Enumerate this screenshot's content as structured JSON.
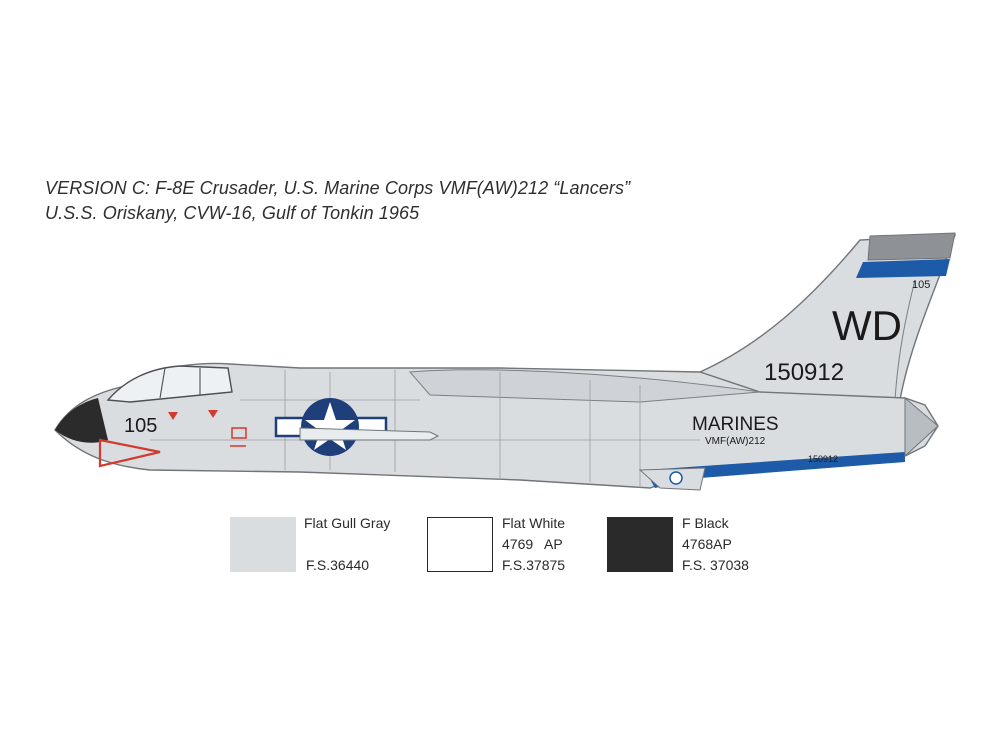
{
  "caption": {
    "line1": "VERSION C: F-8E Crusader, U.S. Marine Corps VMF(AW)212 “Lancers”",
    "line2": "U.S.S. Oriskany, CVW-16, Gulf of Tonkin 1965"
  },
  "aircraft": {
    "tail_code": "WD",
    "serial": "150912",
    "modex": "105",
    "fin_modex": "105",
    "service": "MARINES",
    "squadron": "VMF(AW)212",
    "small_serial": "150912"
  },
  "colors": {
    "gull_gray": "#d9dde0",
    "blue_stripe": "#1d5aa8",
    "insignia_blue": "#1e3f7a",
    "radome": "#2b2b2b",
    "red_marking": "#d23a2f",
    "fin_gray": "#8e9297"
  },
  "swatches": [
    {
      "name": "Flat Gull Gray",
      "code1": "",
      "code2": "F.S.36440",
      "color": "#d9dde0",
      "border": "#d9dde0"
    },
    {
      "name": "Flat White",
      "code1": "4769   AP",
      "code2": "F.S.37875",
      "color": "#ffffff",
      "border": "#2a2a2a"
    },
    {
      "name": "F Black",
      "code1": "4768AP",
      "code2": "F.S. 37038",
      "color": "#2a2a2a",
      "border": "#2a2a2a"
    }
  ]
}
